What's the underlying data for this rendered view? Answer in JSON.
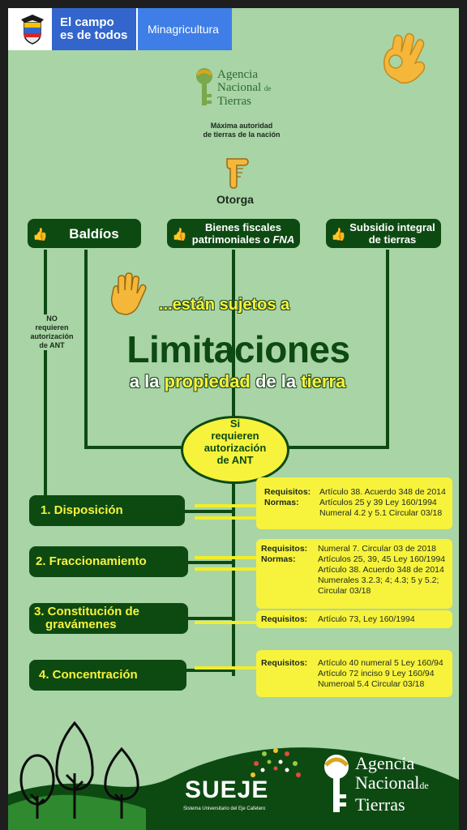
{
  "header": {
    "campo_line1": "El campo",
    "campo_line2": "es de todos",
    "ministry": "Minagricultura"
  },
  "ant_logo": {
    "line1": "Agencia",
    "line2": "Nacional",
    "line2_small": "de",
    "line3": "Tierras"
  },
  "tagline": {
    "line1": "Máxima autoridad",
    "line2": "de tierras de la nación"
  },
  "otorga": "Otorga",
  "top_boxes": [
    {
      "line1": "Baldíos",
      "line2": ""
    },
    {
      "line1": "Bienes fiscales",
      "line2": "patrimoniales o FNA"
    },
    {
      "line1": "Subsidio integral",
      "line2": "de tierras"
    }
  ],
  "no_requieren": {
    "line1": "NO",
    "line2": "requieren",
    "line3": "autorización",
    "line4": "de ANT"
  },
  "sujetos": "...están sujetos a",
  "limitaciones": "Limitaciones",
  "subtitle": {
    "w1": "a la ",
    "w2": "propiedad",
    "w3": " de la ",
    "w4": "tierra"
  },
  "si_requieren": {
    "line1": "Si",
    "line2": "requieren",
    "line3": "autorización",
    "line4": "de ANT"
  },
  "steps": [
    {
      "label": "1. Disposición",
      "label2": ""
    },
    {
      "label": "2. Fraccionamiento",
      "label2": ""
    },
    {
      "label": "3. Constitución de",
      "label2": "gravámenes"
    },
    {
      "label": "4. Concentración",
      "label2": ""
    }
  ],
  "details": [
    {
      "req_key": "Requisitos:",
      "norm_key": "Normas:",
      "lines": [
        "Artículo 38. Acuerdo 348 de 2014",
        "Artículos 25 y 39 Ley 160/1994",
        "Numeral 4.2 y 5.1 Circular 03/18"
      ]
    },
    {
      "req_key": "Requisitos:",
      "norm_key": "Normas:",
      "lines": [
        "Numeral 7. Circular 03 de 2018",
        "Artículos 25, 39, 45 Ley 160/1994",
        "Artículo 38. Acuerdo 348 de 2014",
        "Numerales 3.2.3; 4; 4.3; 5 y 5.2;",
        "Circular 03/18"
      ]
    },
    {
      "req_key": "Requisitos:",
      "norm_key": "",
      "lines": [
        "Artículo 73, Ley 160/1994"
      ]
    },
    {
      "req_key": "Requisitos:",
      "norm_key": "",
      "lines": [
        "Artículo 40 numeral 5 Ley 160/94",
        "Artículo 72 inciso 9 Ley 160/94",
        "Numeroal 5.4 Circular 03/18"
      ]
    }
  ],
  "footer": {
    "sueje": "SUEJE",
    "sueje_sub": "Sistema Universitario del Eje Cafetero",
    "ant_line1": "Agencia",
    "ant_line2": "Nacional",
    "ant_line2_small": "de",
    "ant_line3": "Tierras"
  },
  "colors": {
    "background": "#a8d4a6",
    "dark_green": "#0d4a12",
    "yellow": "#f7f23c",
    "gov_blue": "#3366cc"
  },
  "icons": [
    "ok-hand-icon",
    "pointing-down-icon",
    "thumbs-up-icon",
    "raised-hand-icon",
    "tree-icon",
    "key-icon"
  ]
}
